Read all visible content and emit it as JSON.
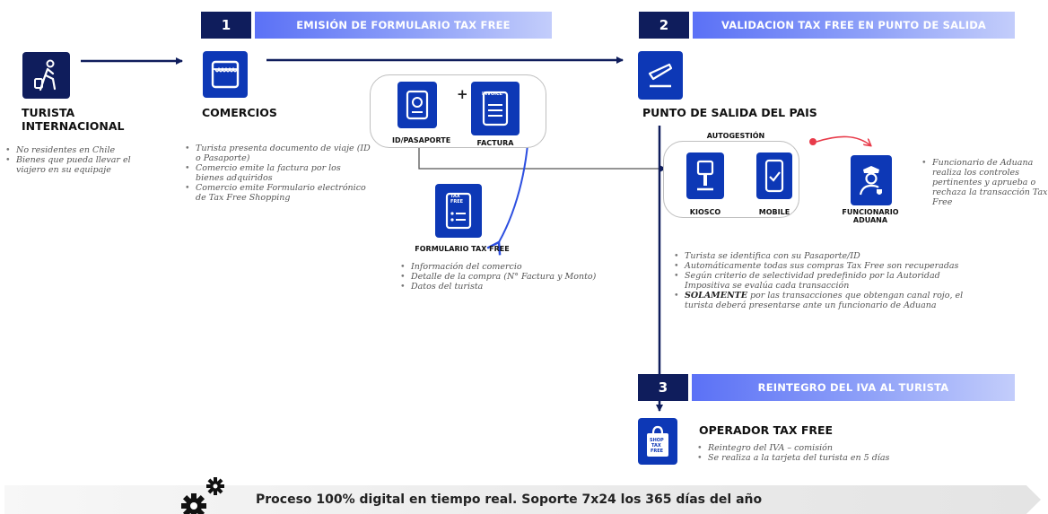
{
  "colors": {
    "navy": "#0f1d5c",
    "blue": "#0d38b6",
    "header_gradient_start": "#5b71f6",
    "red": "#e83b4a"
  },
  "steps": [
    {
      "number": "1",
      "title": "EMISIÓN DE FORMULARIO TAX FREE"
    },
    {
      "number": "2",
      "title": "VALIDACION TAX FREE EN PUNTO DE SALIDA"
    },
    {
      "number": "3",
      "title": "REINTEGRO DEL IVA AL TURISTA"
    }
  ],
  "turista": {
    "icon": "traveler-icon",
    "label_line1": "TURISTA",
    "label_line2": "INTERNACIONAL",
    "bullets": [
      "No residentes en Chile",
      "Bienes que pueda llevar el viajero en su equipaje"
    ]
  },
  "comercios": {
    "icon": "store-icon",
    "label": "COMERCIOS",
    "bullets": [
      "Turista presenta documento de viaje (ID o Pasaporte)",
      "Comercio emite la factura por los bienes adquiridos",
      "Comercio emite Formulario electrónico de Tax Free Shopping"
    ]
  },
  "documents": {
    "plus": "+",
    "id_label": "ID/PASAPORTE",
    "id_icon": "passport-icon",
    "invoice_label": "FACTURA",
    "invoice_icon": "invoice-icon",
    "invoice_icon_text": "INVOICE"
  },
  "formulario": {
    "icon": "form-icon",
    "icon_text_1": "TAX",
    "icon_text_2": "FREE",
    "label": "FORMULARIO TAX FREE",
    "bullets": [
      "Información del comercio",
      "Detalle de la compra (N° Factura y Monto)",
      "Datos del turista"
    ]
  },
  "punto_salida": {
    "icon": "departure-icon",
    "label": "PUNTO DE SALIDA DEL PAIS",
    "autogestion_label": "AUTOGESTIÓN",
    "kiosco_label": "KIOSCO",
    "kiosco_icon": "kiosk-icon",
    "mobile_label": "MOBILE",
    "mobile_icon": "mobile-check-icon",
    "bullets": [
      {
        "bold": "",
        "text": "Turista se identifica con su Pasaporte/ID"
      },
      {
        "bold": "",
        "text": "Automáticamente todas sus compras Tax Free son recuperadas"
      },
      {
        "bold": "",
        "text": "Según criterio de selectividad predefinido por la Autoridad Impositiva se evalúa cada transacción"
      },
      {
        "bold": "SOLAMENTE",
        "text": " por las transacciones que obtengan canal rojo, el turista deberá presentarse ante un funcionario de Aduana"
      }
    ]
  },
  "aduana": {
    "icon": "customs-officer-icon",
    "label_line1": "FUNCIONARIO",
    "label_line2": "ADUANA",
    "bullets": [
      "Funcionario de Aduana realiza los controles pertinentes y aprueba o rechaza la transacción Tax Free"
    ]
  },
  "operador": {
    "icon": "shopping-bag-icon",
    "icon_text_1": "SHOP",
    "icon_text_2": "TAX",
    "icon_text_3": "FREE",
    "label": "OPERADOR TAX FREE",
    "bullets": [
      "Reintegro del IVA – comisión",
      "Se realiza a la tarjeta del turista en 5 días"
    ]
  },
  "footer": {
    "icon": "gears-icon",
    "text": "Proceso 100% digital en tiempo real. Soporte 7x24 los 365 días del año"
  }
}
